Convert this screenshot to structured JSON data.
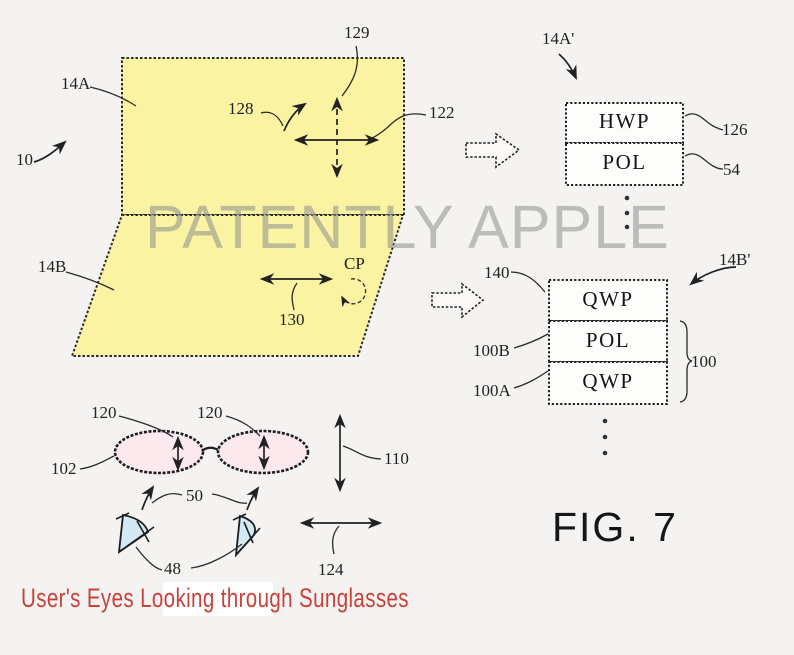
{
  "watermark": "PATENTLY APPLE",
  "figure_label": "FIG. 7",
  "caption": "User's Eyes Looking through Sunglasses",
  "colors": {
    "panel_yellow": "#f9f3a2",
    "lens_pink": "#fbe9ee",
    "eye_blue": "#d3e9f4",
    "caption_red": "#c8423c",
    "watermark_gray": "#8e8e8c"
  },
  "laptop": {
    "device_ref": "10",
    "display_ref": "14A",
    "base_ref": "14B",
    "diagonal_arrow_ref": "128",
    "vertical_arrow_ref": "129",
    "display_arrows_ref": "122",
    "base_arrow_ref": "130",
    "circular_polarization_label": "CP"
  },
  "stack_a": {
    "ref": "14A'",
    "layers": [
      {
        "name": "HWP",
        "ref": "126"
      },
      {
        "name": "POL",
        "ref": "54"
      }
    ]
  },
  "stack_b": {
    "ref": "14B'",
    "top_ref": "140",
    "layers": [
      {
        "name": "QWP",
        "ref": "140"
      },
      {
        "name": "POL",
        "ref": "100B"
      },
      {
        "name": "QWP",
        "ref": "100A"
      }
    ],
    "group_ref": "100"
  },
  "sunglasses": {
    "frame_ref": "102",
    "lens_refs": [
      "120",
      "120"
    ],
    "separation_ref": "50",
    "vertical_arrow_ref": "110",
    "horizontal_arrow_ref": "124"
  },
  "eyes": {
    "ref": "48"
  }
}
